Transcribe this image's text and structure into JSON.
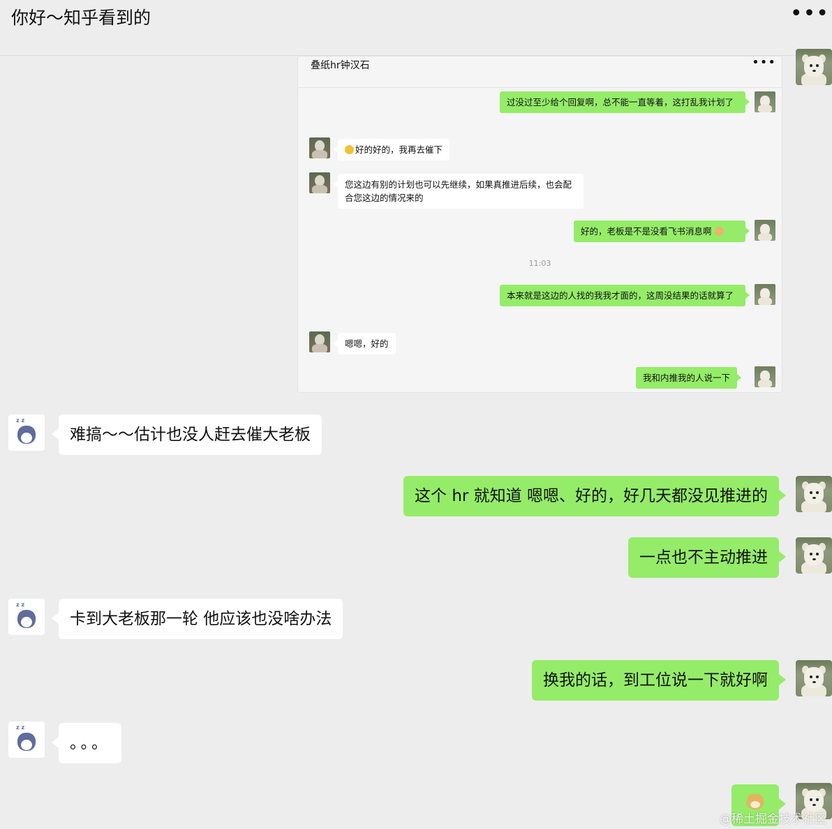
{
  "header": {
    "title": "你好～知乎看到的",
    "more": "•••"
  },
  "embed": {
    "title": "叠纸hr钟汉石",
    "more": "•••",
    "time": "11:03",
    "messages": [
      {
        "side": "right",
        "text": "过没过至少给个回复啊，总不能一直等着，这打乱我计划了"
      },
      {
        "side": "left",
        "text": "好的好的，我再去催下"
      },
      {
        "side": "left",
        "text": "您这边有别的计划也可以先继续，如果真推进后续，也会配合您这边的情况来的"
      },
      {
        "side": "right",
        "text": "好的，老板是不是没看飞书消息啊"
      },
      {
        "side": "right",
        "text": "本来就是这边的人找的我我才面的，这周没结果的话就算了"
      },
      {
        "side": "left",
        "text": "嗯嗯，好的"
      },
      {
        "side": "right",
        "text": "我和内推我的人说一下"
      }
    ]
  },
  "messages": [
    {
      "side": "left",
      "text": "难搞～～估计也没人赶去催大老板"
    },
    {
      "side": "right",
      "text": "这个 hr 就知道 嗯嗯、好的，好几天都没见推进的"
    },
    {
      "side": "right",
      "text": "一点也不主动推进"
    },
    {
      "side": "left",
      "text": "卡到大老板那一轮  他应该也没啥办法"
    },
    {
      "side": "right",
      "text": "换我的话，到工位说一下就好啊"
    },
    {
      "side": "left",
      "text": "。。。"
    }
  ],
  "watermark": "@稀土掘金技术社区",
  "colors": {
    "background": "#ededed",
    "green_bubble": "#95ec69",
    "white_bubble": "#ffffff"
  }
}
